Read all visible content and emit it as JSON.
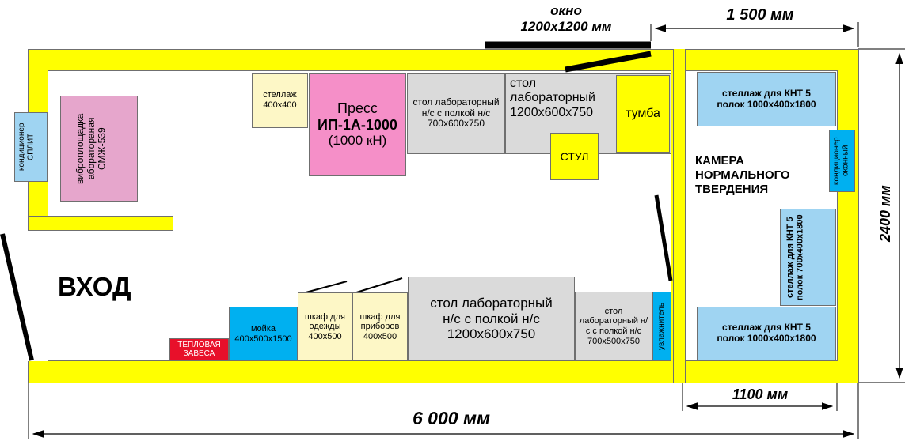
{
  "dimensions": {
    "window_label_1": "окно",
    "window_label_2": "1200х1200 мм",
    "camera_width": "1 500 мм",
    "height": "2400 мм",
    "inner_width": "1100 мм",
    "total_length": "6 000 мм"
  },
  "rooms": {
    "entrance": "ВХОД",
    "chamber": "КАМЕРА НОРМАЛЬНОГО ТВЕРДЕНИЯ"
  },
  "items": {
    "ac_split": "кондиционер СПЛИТ",
    "vibro": "виброплощадка аборатораная СМЖ-539",
    "shelf_small_1": "стеллаж",
    "shelf_small_2": "400х400",
    "press_1": "Пресс",
    "press_2": "ИП-1А-1000",
    "press_3": "(1000 кН)",
    "table_top_small": "стол лабораторный н/с с полкой н/с 700х600х750",
    "table_top_large_1": "стол лабораторный",
    "table_top_large_2": "1200х600х750",
    "tumba": "тумба",
    "chair": "СТУЛ",
    "ac_window": "кондиционер оконный",
    "curtain": "ТЕПЛОВАЯ ЗАВЕСА",
    "sink": "мойка 400х500х1500",
    "wardrobe_clothes": "шкаф для одежды 400х500",
    "wardrobe_devices": "шкаф для приборов 400х500",
    "table_bottom_large": "стол лабораторный н/с с полкой н/с 1200х600х750",
    "table_bottom_small": "стол лабораторный н/с с полкой н/с 700х500х750",
    "humidifier": "увлажнитель",
    "kht_top": "стеллаж для КНТ 5 полок 1000х400х1800",
    "kht_side": "стеллаж для КНТ 5 полок 700х400х1800",
    "kht_bottom": "стеллаж для КНТ 5 полок 1000х400х1800"
  },
  "colors": {
    "wall": "#ffff00",
    "light_blue": "#9fd4f2",
    "cyan": "#00b0f0",
    "pink": "#f58fc8",
    "mauve": "#e6a6cc",
    "cream": "#fdf7c6",
    "gray": "#dadada",
    "red": "#e8102a"
  }
}
